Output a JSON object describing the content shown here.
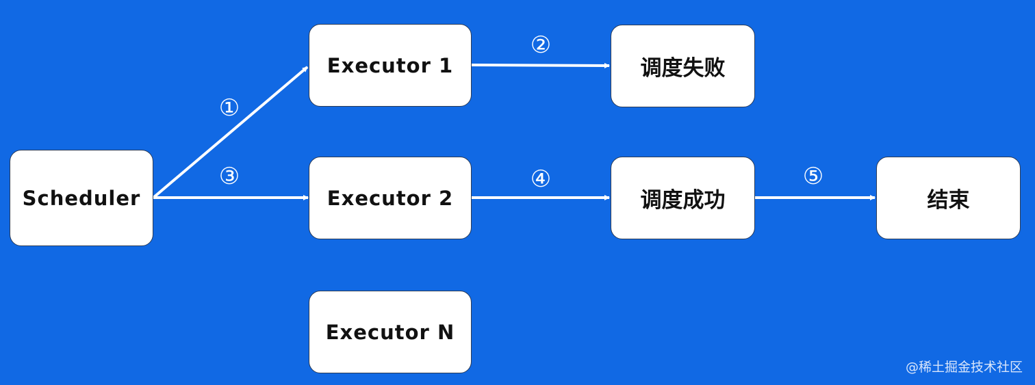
{
  "nodes": {
    "scheduler": "Scheduler",
    "executor_1": "Executor 1",
    "executor_2": "Executor 2",
    "executor_n": "Executor N",
    "fail": "调度失败",
    "success": "调度成功",
    "end": "结束"
  },
  "steps": [
    "①",
    "②",
    "③",
    "④",
    "⑤"
  ],
  "watermark": "@稀土掘金技术社区",
  "colors": {
    "background": "#1169E4",
    "node_fill": "#FFFFFF",
    "arrow": "#FFFFFF"
  }
}
